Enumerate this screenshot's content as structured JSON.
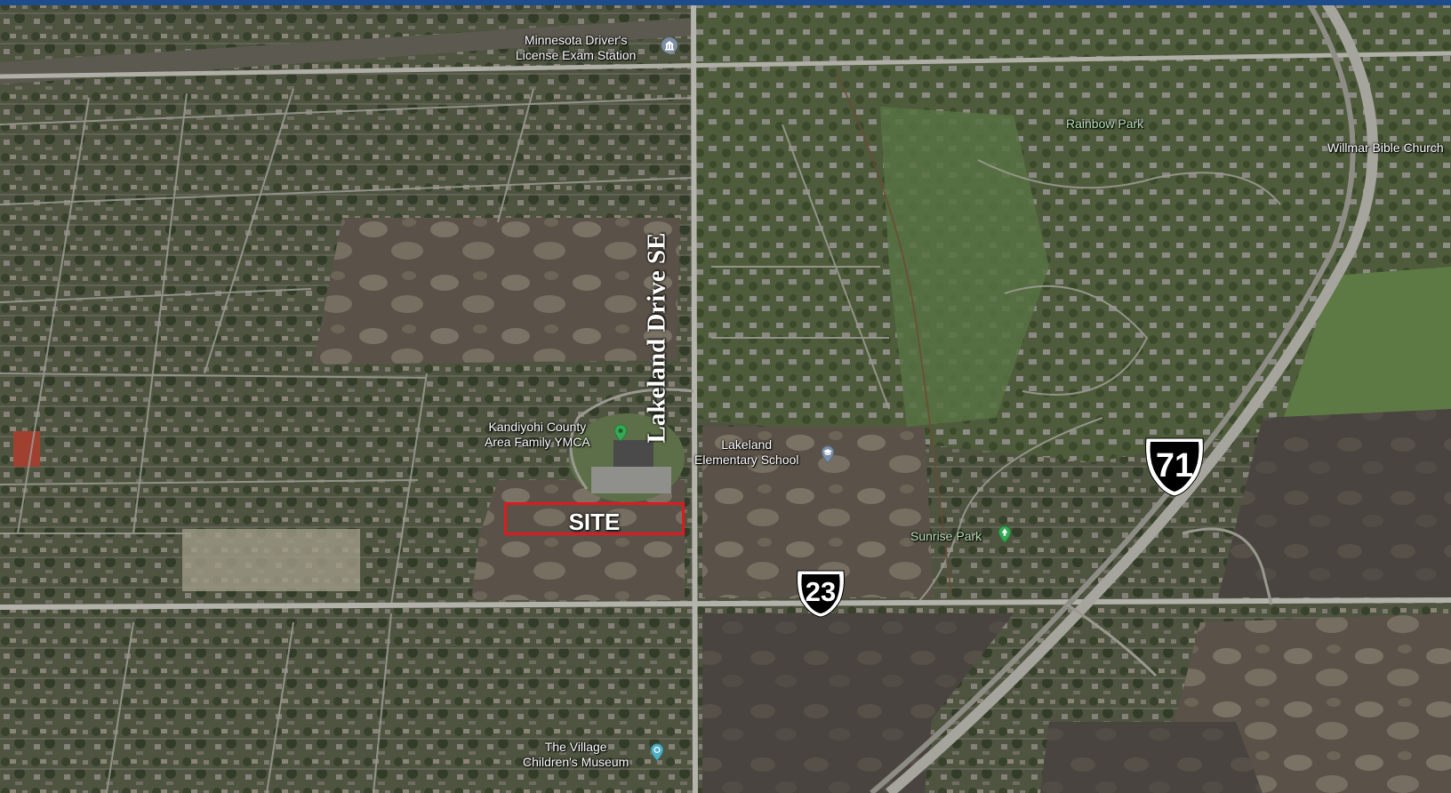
{
  "map": {
    "road_label": "Lakeland Drive SE",
    "site_label": "SITE",
    "site_color": "#e0181f",
    "places": [
      {
        "id": "dmv",
        "lines": [
          "Minnesota Driver's",
          "License Exam Station"
        ],
        "icon": "government-building-icon",
        "icon_color": "#7b8ea8"
      },
      {
        "id": "ymca",
        "lines": [
          "Kandiyohi County",
          "Area Family YMCA"
        ],
        "icon": "map-pin-icon",
        "icon_color": "#34a853"
      },
      {
        "id": "school",
        "lines": [
          "Lakeland",
          "Elementary School"
        ],
        "icon": "school-icon",
        "icon_color": "#7b8ea8"
      },
      {
        "id": "sunrise",
        "lines": [
          "Sunrise Park"
        ],
        "icon": "park-tree-icon",
        "icon_color": "#34a853"
      },
      {
        "id": "rainbow",
        "lines": [
          "Rainbow Park"
        ],
        "icon": "",
        "icon_color": "#9fd3a0"
      },
      {
        "id": "bible",
        "lines": [
          "Willmar Bible Church"
        ],
        "icon": "",
        "icon_color": "#ffffff"
      },
      {
        "id": "museum",
        "lines": [
          "The Village",
          "Children's Museum"
        ],
        "icon": "museum-icon",
        "icon_color": "#4fb0c6"
      }
    ],
    "shields": [
      {
        "id": "us23",
        "number": "23",
        "icon": "us-route-shield-icon"
      },
      {
        "id": "us71",
        "number": "71",
        "icon": "us-route-shield-icon"
      }
    ]
  }
}
